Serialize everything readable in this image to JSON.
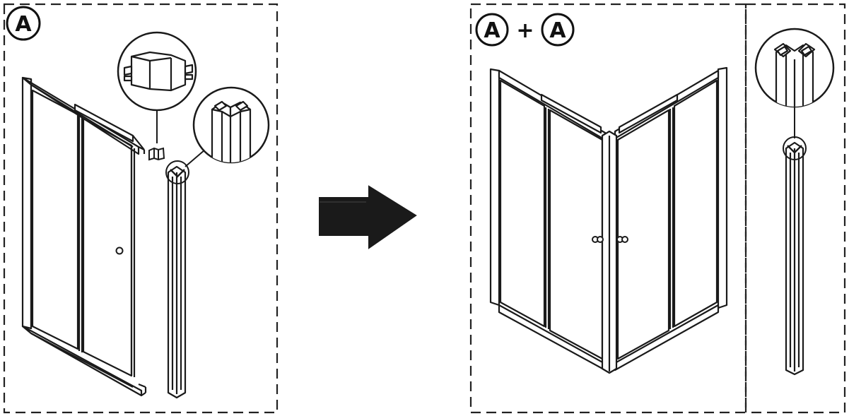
{
  "step_left": {
    "badge_label": "A"
  },
  "step_right": {
    "badge_label_first": "A",
    "plus_sign": "+",
    "badge_label_second": "A"
  },
  "arrow": {
    "icon": "right-arrow-icon",
    "color": "#1a1a1a"
  },
  "colors": {
    "line": "#1a1a1a",
    "background": "#ffffff"
  }
}
